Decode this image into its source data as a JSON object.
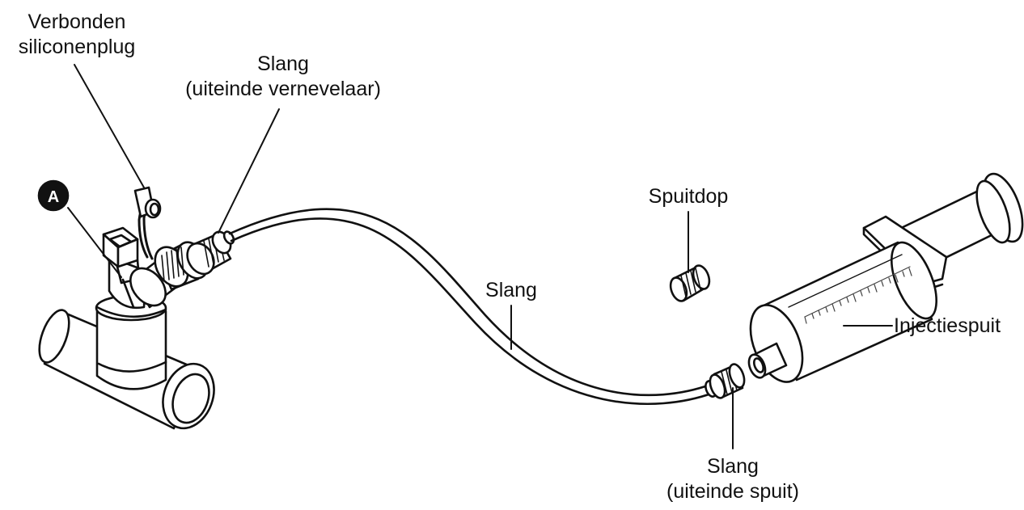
{
  "labels": {
    "plug": {
      "line1": "Verbonden",
      "line2": "siliconenplug"
    },
    "tube_nebulizer_end": {
      "line1": "Slang",
      "line2": "(uiteinde vernevelaar)"
    },
    "tube": "Slang",
    "syringe_cap": "Spuitdop",
    "syringe": "Injectiespuit",
    "tube_syringe_end": {
      "line1": "Slang",
      "line2": "(uiteinde spuit)"
    },
    "marker": "A"
  },
  "colors": {
    "ink": "#111111",
    "fill": "#ffffff",
    "scale": "#444444"
  }
}
